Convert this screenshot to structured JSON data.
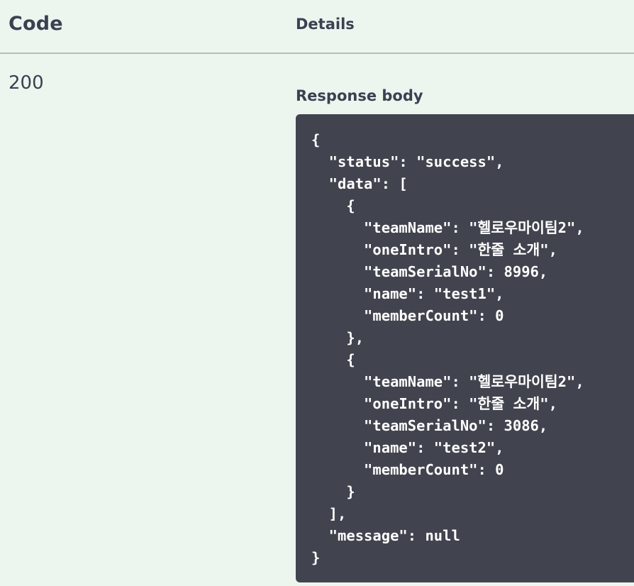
{
  "table": {
    "header_code": "Code",
    "header_details": "Details"
  },
  "response": {
    "code": "200",
    "body_title": "Response body",
    "body_lines": [
      "{",
      "  \"status\": \"success\",",
      "  \"data\": [",
      "    {",
      "      \"teamName\": \"헬로우마이팀2\",",
      "      \"oneIntro\": \"한줄 소개\",",
      "      \"teamSerialNo\": 8996,",
      "      \"name\": \"test1\",",
      "      \"memberCount\": 0",
      "    },",
      "    {",
      "      \"teamName\": \"헬로우마이팀2\",",
      "      \"oneIntro\": \"한줄 소개\",",
      "      \"teamSerialNo\": 3086,",
      "      \"name\": \"test2\",",
      "      \"memberCount\": 0",
      "    }",
      "  ],",
      "  \"message\": null",
      "}"
    ]
  }
}
